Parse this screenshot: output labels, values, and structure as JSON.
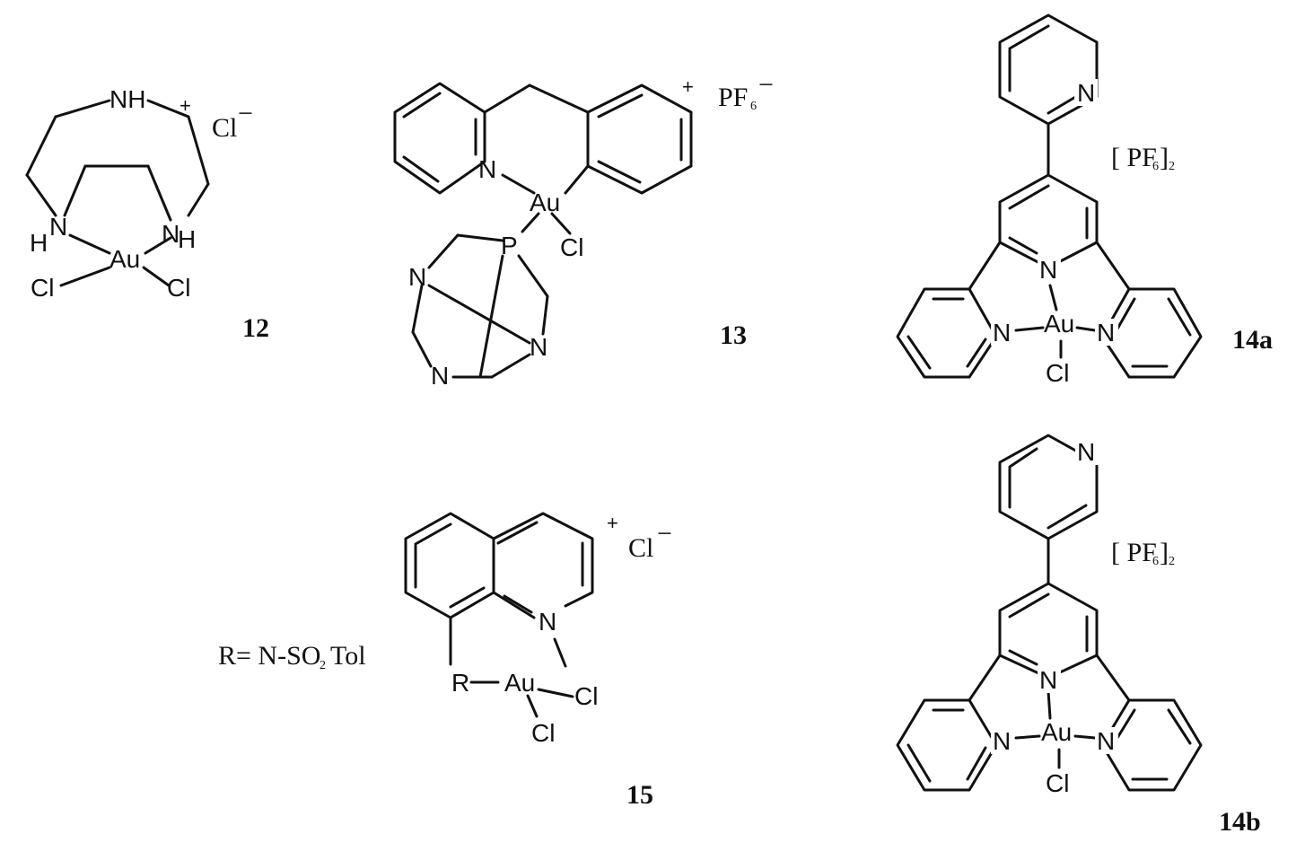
{
  "compounds": [
    {
      "id": "12",
      "atoms": {
        "nh_top": "NH",
        "n_left": "N",
        "h_left": "H",
        "n_right": "N",
        "h_right": "H",
        "metal": "Au",
        "cl1": "Cl",
        "cl2": "Cl"
      },
      "charge": "+",
      "counterion": "Cl",
      "counterion_charge": "−"
    },
    {
      "id": "13",
      "atoms": {
        "n_py": "N",
        "metal": "Au",
        "cl": "Cl",
        "p": "P",
        "n1": "N",
        "n2": "N",
        "n3": "N"
      },
      "charge": "+",
      "counterion": "PF",
      "counterion_sub": "6",
      "counterion_charge": "−"
    },
    {
      "id": "14a",
      "atoms": {
        "n_top": "N",
        "n_center": "N",
        "n_left": "N",
        "n_right": "N",
        "metal": "Au",
        "cl": "Cl"
      },
      "counterion": "[ PF",
      "counterion_sub": "6",
      "counterion_close": "]",
      "counterion_count": "2"
    },
    {
      "id": "14b",
      "atoms": {
        "n_top": "N",
        "n_center": "N",
        "n_left": "N",
        "n_right": "N",
        "metal": "Au",
        "cl": "Cl"
      },
      "counterion": "[ PF",
      "counterion_sub": "6",
      "counterion_close": "]",
      "counterion_count": "2"
    },
    {
      "id": "15",
      "atoms": {
        "n_quin": "N",
        "r": "R",
        "metal": "Au",
        "cl1": "Cl",
        "cl2": "Cl"
      },
      "charge": "+",
      "counterion": "Cl",
      "counterion_charge": "−",
      "r_def": "R= N-SO",
      "r_def_sub": "2",
      "r_def_tail": "Tol"
    }
  ]
}
